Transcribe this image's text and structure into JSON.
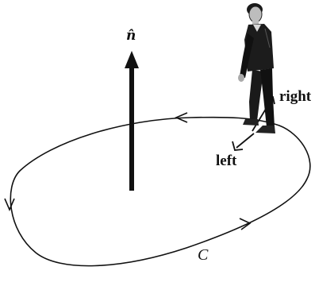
{
  "labels": {
    "normal": "n̂",
    "right": "right",
    "left": "left",
    "curve": "C"
  },
  "colors": {
    "ink": "#111111",
    "background": "#ffffff"
  }
}
